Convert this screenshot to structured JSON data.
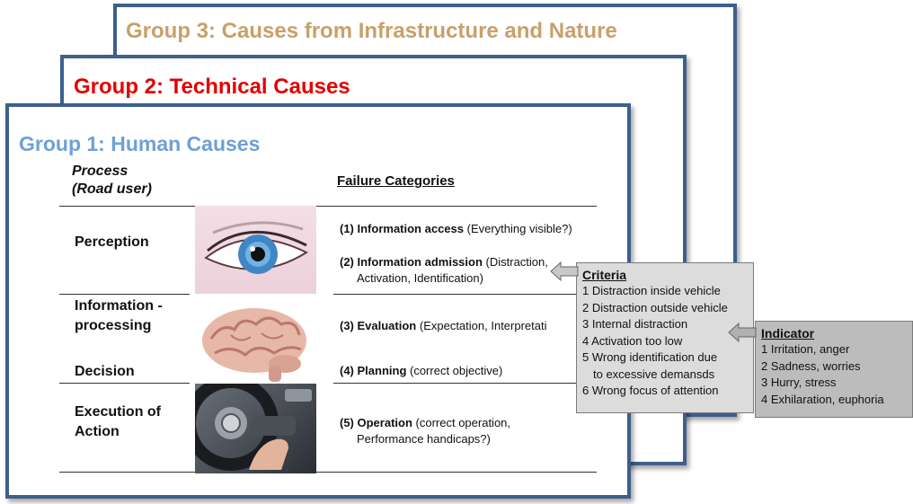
{
  "slides": {
    "group3_title": "Group 3: Causes from Infrastructure and Nature",
    "group2_title": "Group 2: Technical Causes",
    "group1_title": "Group 1: Human Causes"
  },
  "table": {
    "process_header_line1": "Process",
    "process_header_line2": "(Road user)",
    "failure_header": "Failure Categories",
    "processes": {
      "perception": "Perception",
      "info_line1": "Information -",
      "info_line2": "processing",
      "decision": "Decision",
      "execution_line1": "Execution of",
      "execution_line2": "Action"
    },
    "failures": {
      "f1_bold": "(1) Information access",
      "f1_rest": " (Everything visible?)",
      "f2_bold": "(2) Information admission",
      "f2_rest": " (Distraction,",
      "f2_cont": "Activation, Identification)",
      "f3_bold": "(3) Evaluation",
      "f3_rest": " (Expectation, Interpretati",
      "f4_bold": "(4) Planning",
      "f4_rest": " (correct objective)",
      "f5_bold": "(5) Operation",
      "f5_rest": " (correct operation,",
      "f5_cont": "Performance handicaps?)"
    }
  },
  "criteria": {
    "title": "Criteria",
    "items": [
      "1 Distraction inside vehicle",
      "2 Distraction outside vehicle",
      "3 Internal distraction",
      "4 Activation too low",
      "5 Wrong identification due",
      "to excessive demansds",
      "6 Wrong focus of attention"
    ]
  },
  "indicator": {
    "title": "Indicator",
    "items": [
      "1 Irritation, anger",
      "2 Sadness, worries",
      "3 Hurry, stress",
      "4 Exhilaration, euphoria"
    ]
  },
  "colors": {
    "frame": "#3e5f8a",
    "group3": "#c7a06a",
    "group2": "#e30000",
    "group1": "#6fa0d5",
    "criteria_bg": "#dcdcdc",
    "indicator_bg": "#bcbcbc"
  },
  "icons": {
    "eye_photo": "eye-photo",
    "brain_photo": "brain-photo",
    "wheel_photo": "steering-wheel-photo",
    "arrow": "left-arrow-icon"
  }
}
